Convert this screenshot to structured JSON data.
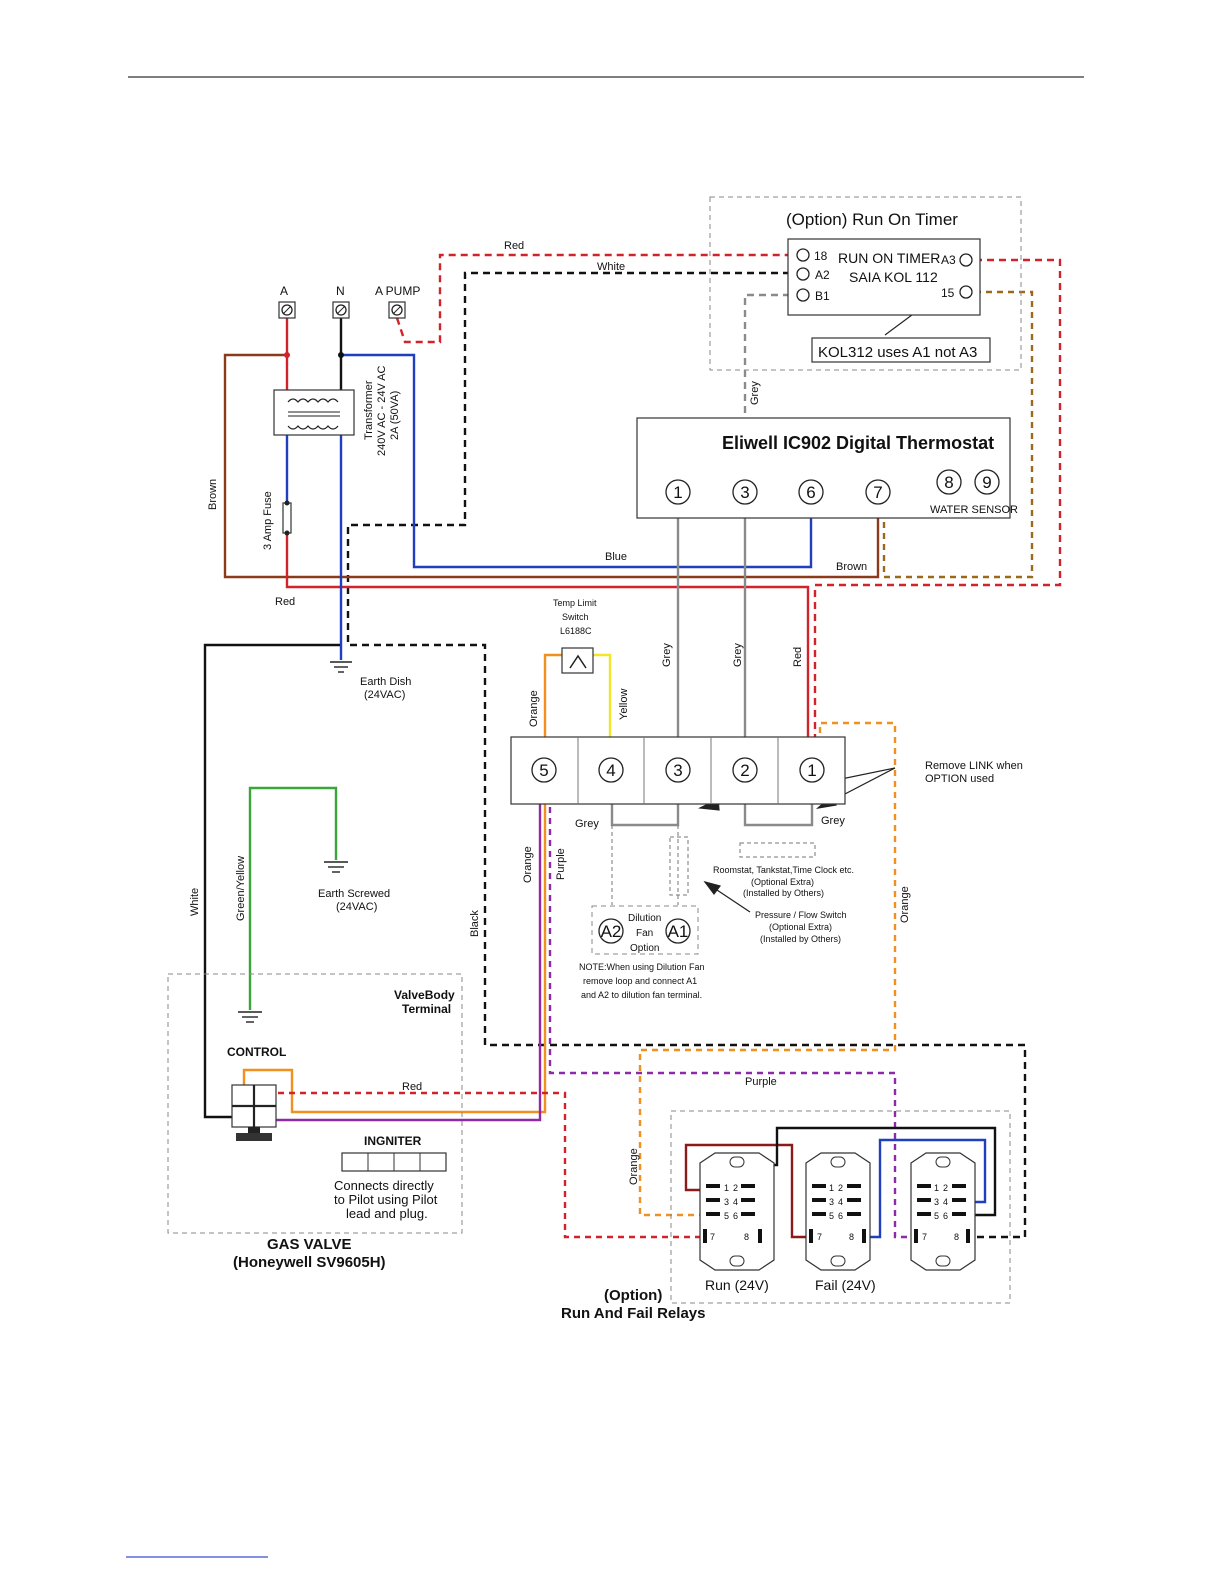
{
  "colors": {
    "red": "#d2232a",
    "blue": "#1f3fbf",
    "brown": "#8b3a1a",
    "black": "#111111",
    "grey": "#8a8a8a",
    "orange": "#f0901e",
    "yellow": "#f2e52b",
    "green": "#3aa63a",
    "purple": "#8e2aa8",
    "darkbrown": "#9a6a1a"
  },
  "terminals": {
    "a": "A",
    "n": "N",
    "apump": "A PUMP"
  },
  "transformer": {
    "line1": "Transformer",
    "line2": "240V AC - 24V AC",
    "line3": "2A (50VA)"
  },
  "fuse": "3 Amp Fuse",
  "timer": {
    "title": "(Option) Run On Timer",
    "name1": "RUN ON TIMER",
    "name2": "SAIA KOL 112",
    "t18": "18",
    "ta2": "A2",
    "tb1": "B1",
    "ta3": "A3",
    "t15": "15",
    "note": "KOL312 uses A1 not A3"
  },
  "thermostat": {
    "title": "Eliwell IC902 Digital Thermostat",
    "t1": "1",
    "t3": "3",
    "t6": "6",
    "t7": "7",
    "t8": "8",
    "t9": "9",
    "sensor": "WATER SENSOR"
  },
  "wires": {
    "red": "Red",
    "white": "White",
    "grey": "Grey",
    "blue": "Blue",
    "brown": "Brown",
    "orange": "Orange",
    "yellow": "Yellow",
    "purple": "Purple",
    "black": "Black",
    "green_yellow": "Green/Yellow"
  },
  "temp_limit": {
    "line1": "Temp Limit",
    "line2": "Switch",
    "line3": "L6188C"
  },
  "earth_dish": {
    "line1": "Earth Dish",
    "line2": "(24VAC)"
  },
  "earth_screwed": {
    "line1": "Earth Screwed",
    "line2": "(24VAC)"
  },
  "strip": {
    "t5": "5",
    "t4": "4",
    "t3": "3",
    "t2": "2",
    "t1": "1"
  },
  "remove_link": {
    "line1": "Remove LINK when",
    "line2": "OPTION used"
  },
  "roomstat": {
    "line1": "Roomstat, Tankstat,Time Clock etc.",
    "line2": "(Optional Extra)",
    "line3": "(Installed by Others)"
  },
  "pressure": {
    "line1": "Pressure / Flow Switch",
    "line2": "(Optional Extra)",
    "line3": "(Installed by Others)"
  },
  "dilution": {
    "a2": "A2",
    "a1": "A1",
    "line1": "Dilution",
    "line2": "Fan",
    "line3": "Option"
  },
  "note": {
    "line1": "NOTE:When using Dilution Fan",
    "line2": "remove loop and connect A1",
    "line3": "and A2 to dilution fan terminal."
  },
  "valve": {
    "body1": "ValveBody",
    "body2": "Terminal",
    "control": "CONTROL",
    "igniter": "INGNITER",
    "igniter1": "Connects directly",
    "igniter2": "to Pilot using Pilot",
    "igniter3": "lead and plug.",
    "title1": "GAS VALVE",
    "title2": "(Honeywell SV9605H)"
  },
  "relays": {
    "p1": "1",
    "p2": "2",
    "p3": "3",
    "p4": "4",
    "p5": "5",
    "p6": "6",
    "p7": "7",
    "p8": "8",
    "run": "Run (24V)",
    "fail": "Fail (24V)",
    "title1": "(Option)",
    "title2": "Run And Fail Relays"
  }
}
